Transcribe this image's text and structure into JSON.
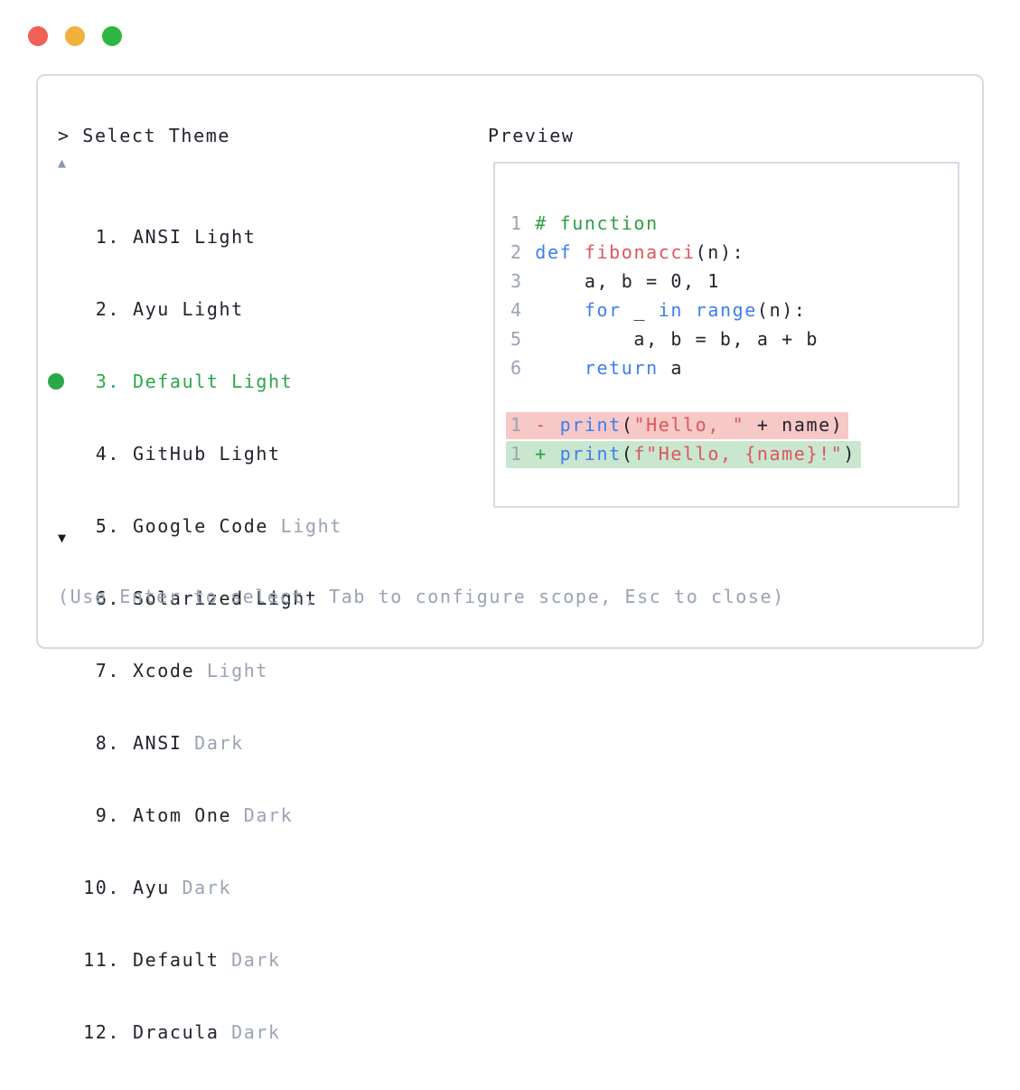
{
  "colors": {
    "accent_green": "#2ba84a",
    "keyword_blue": "#3e7ef0",
    "string_red": "#dd565e",
    "comment_green": "#2f9e44",
    "muted_gray": "#9aa3b4",
    "border_gray": "#d5dae2",
    "diff_removed_bg": "#f6c8c6",
    "diff_added_bg": "#c9e6cf",
    "traffic_close": "#f15f57",
    "traffic_minimize": "#f2b13d",
    "traffic_zoom": "#2db742"
  },
  "prompt": {
    "caret": "> ",
    "label": "Select Theme"
  },
  "scroll": {
    "up": "▲",
    "down": "▼"
  },
  "themes": {
    "items": [
      {
        "num": "1.",
        "name": "ANSI",
        "variant": "Light"
      },
      {
        "num": "2.",
        "name": "Ayu",
        "variant": "Light"
      },
      {
        "num": "3.",
        "name": "Default",
        "variant": "Light"
      },
      {
        "num": "4.",
        "name": "GitHub",
        "variant": "Light"
      },
      {
        "num": "5.",
        "name": "Google Code",
        "variant": "Light"
      },
      {
        "num": "6.",
        "name": "Solarized",
        "variant": "Light"
      },
      {
        "num": "7.",
        "name": "Xcode",
        "variant": "Light"
      },
      {
        "num": "8.",
        "name": "ANSI",
        "variant": "Dark"
      },
      {
        "num": "9.",
        "name": "Atom One",
        "variant": "Dark"
      },
      {
        "num": "10.",
        "name": "Ayu",
        "variant": "Dark"
      },
      {
        "num": "11.",
        "name": "Default",
        "variant": "Dark"
      },
      {
        "num": "12.",
        "name": "Dracula",
        "variant": "Dark"
      }
    ],
    "selected_index": 3
  },
  "preview": {
    "label": "Preview",
    "code": [
      {
        "num": "1",
        "comment": " # function"
      },
      {
        "num": "2",
        "kw": " def ",
        "fn": "fibonacci",
        "plain": "(n):"
      },
      {
        "num": "3",
        "plain": "     a, b = 0, 1"
      },
      {
        "num": "4",
        "p1": "     ",
        "k1": "for",
        "p2": " _ ",
        "k2": "in",
        "p3": " ",
        "k3": "range",
        "p4": "(n):"
      },
      {
        "num": "5",
        "plain": "         a, b = b, a + b"
      },
      {
        "num": "6",
        "p1": "     ",
        "k1": "return",
        "p2": " a"
      }
    ],
    "diff": [
      {
        "num": "1",
        "sign": " - ",
        "fn": "print",
        "p1": "(",
        "str": "\"Hello, \"",
        "p2": " + name)"
      },
      {
        "num": "1",
        "sign": " + ",
        "fn": "print",
        "p1": "(",
        "str": "f\"Hello, {name}!\"",
        "p2": ")"
      }
    ]
  },
  "help": "(Use Enter to select, Tab to configure scope, Esc to close)"
}
